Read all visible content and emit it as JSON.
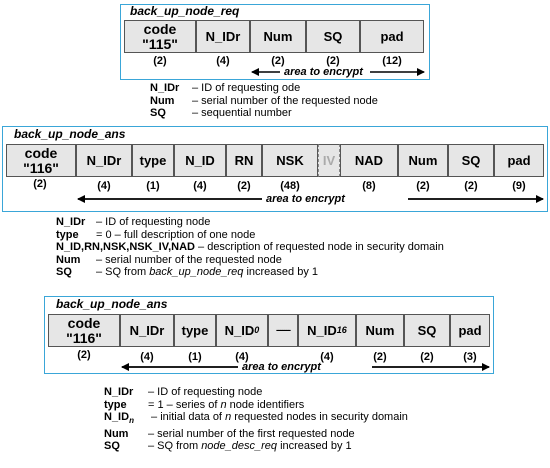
{
  "d1": {
    "title": "back_up_node_req",
    "code_label": "code",
    "code_value": "\"115\"",
    "fields": [
      "N_IDr",
      "Num",
      "SQ",
      "pad"
    ],
    "sizes": [
      "(2)",
      "(4)",
      "(2)",
      "(2)",
      "(12)"
    ],
    "encrypt_label": "area to encrypt",
    "legend": [
      {
        "key": "N_IDr",
        "desc": "– ID of requesting ode"
      },
      {
        "key": "Num",
        "desc": "– serial number of the requested node"
      },
      {
        "key": "SQ",
        "desc": "– sequential number"
      }
    ]
  },
  "d2": {
    "title": "back_up_node_ans",
    "code_label": "code",
    "code_value": "\"116\"",
    "fields": [
      "N_IDr",
      "type",
      "N_ID",
      "RN",
      "NSK",
      "IV",
      "NAD",
      "Num",
      "SQ",
      "pad"
    ],
    "sizes": [
      "(2)",
      "(4)",
      "(1)",
      "(4)",
      "(2)",
      "(48)",
      "(8)",
      "(2)",
      "(2)",
      "(9)"
    ],
    "encrypt_label": "area to encrypt",
    "legend": [
      {
        "key": "N_IDr",
        "desc": "– ID of requesting node"
      },
      {
        "key": "type",
        "desc": "= 0 – full description of one node"
      },
      {
        "key": "N_ID,RN,NSK,NSK_IV,NAD",
        "desc": " – description of requested node in security domain"
      },
      {
        "key": "Num",
        "desc": "– serial number of the requested node"
      },
      {
        "key": "SQ",
        "desc": "– SQ from ",
        "ital": "back_up_node_req",
        "tail": " increased by 1"
      }
    ]
  },
  "d3": {
    "title": "back_up_node_ans",
    "code_label": "code",
    "code_value": "\"116\"",
    "fields": [
      "N_IDr",
      "type",
      "N_ID",
      "0",
      "-------",
      "N_ID",
      "16",
      "Num",
      "SQ",
      "pad"
    ],
    "sizes": [
      "(2)",
      "(4)",
      "(1)",
      "(4)",
      "(4)",
      "(2)",
      "(2)",
      "(3)"
    ],
    "encrypt_label": "area to encrypt",
    "legend": [
      {
        "key": "N_IDr",
        "desc": "– ID of requesting node"
      },
      {
        "key": "type",
        "desc": "= 1 – series of ",
        "ital": "n",
        "tail": " node identifiers"
      },
      {
        "key": "N_ID",
        "sub": "n",
        "desc": " – initial data of ",
        "ital": "n",
        "tail": " requested nodes in security domain"
      },
      {
        "key": "Num",
        "desc": "– serial number of the first requested node"
      },
      {
        "key": "SQ",
        "desc": "– SQ from ",
        "ital": "node_desc_req",
        "tail": " increased by 1"
      }
    ]
  }
}
